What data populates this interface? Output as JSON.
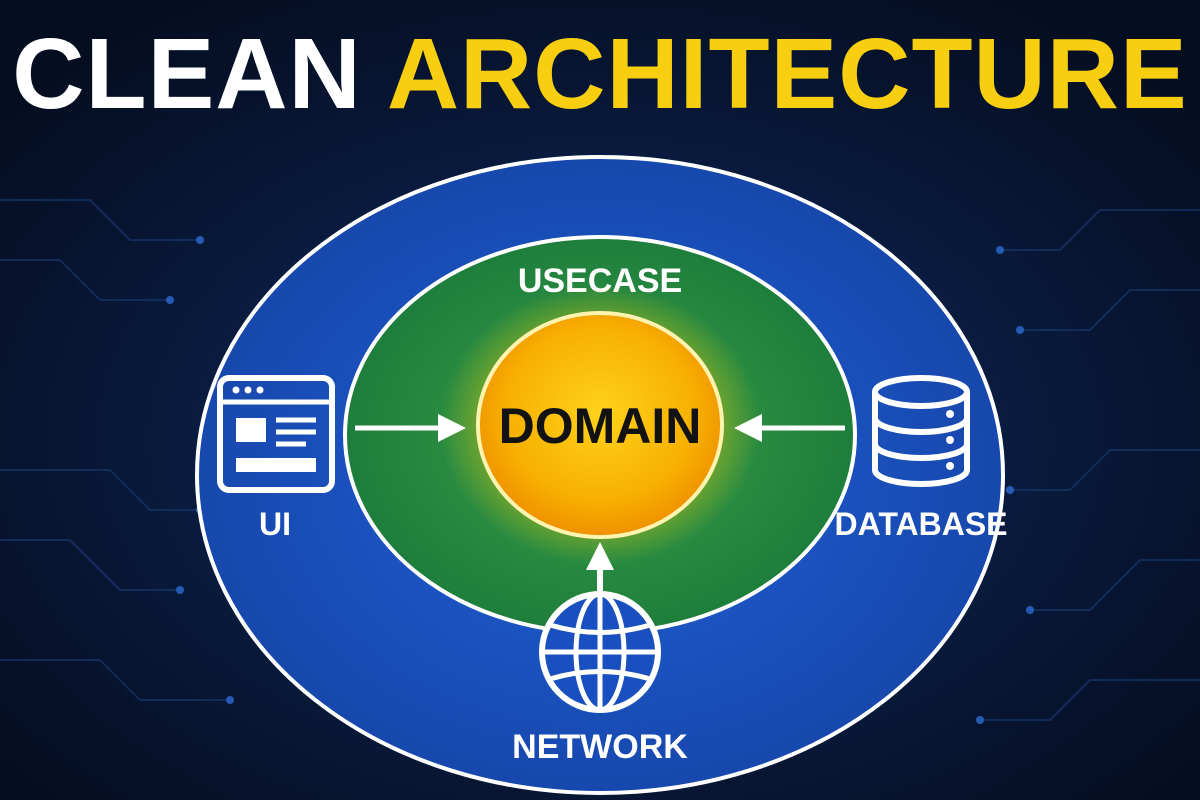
{
  "title": {
    "word_white": "CLEAN",
    "word_yellow": "ARCHITECTURE"
  },
  "diagram": {
    "outer_layer": {
      "color": "#1a4fbf"
    },
    "middle_layer": {
      "label": "USECASE",
      "color": "#1f8a45"
    },
    "core": {
      "label": "DOMAIN",
      "color": "#f5a000"
    },
    "external": {
      "ui": {
        "label": "UI",
        "icon": "browser-window-icon"
      },
      "database": {
        "label": "DATABASE",
        "icon": "database-icon"
      },
      "network": {
        "label": "NETWORK",
        "icon": "globe-icon"
      }
    }
  },
  "colors": {
    "background": "#07122a",
    "title_white": "#ffffff",
    "title_yellow": "#f7cf10"
  }
}
